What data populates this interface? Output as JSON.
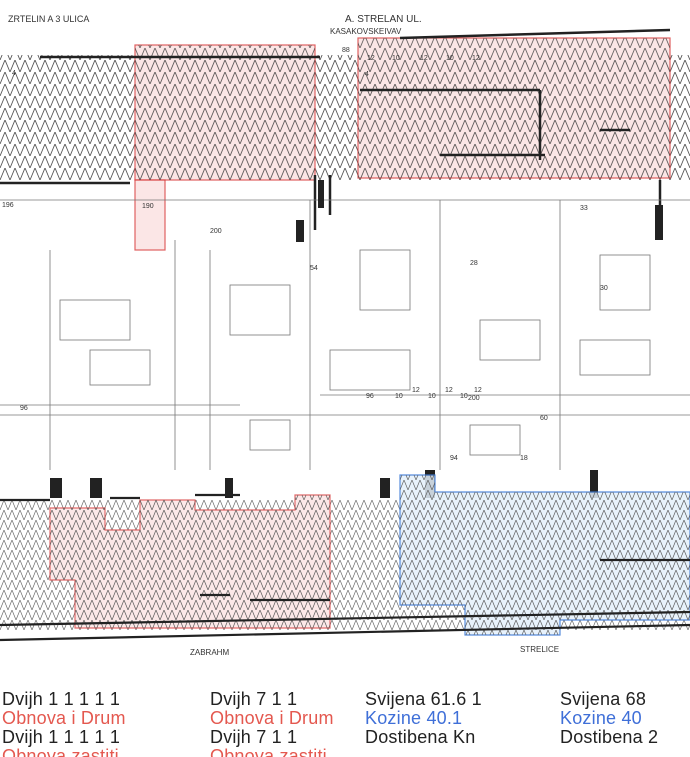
{
  "street_labels": {
    "top_left": "ZRTELIN A 3 ULICA",
    "top_center": "A. STRELAN UL.",
    "top_center_sub": "KASAKOVSKEIVAV",
    "bottom_left": "ZABRAHM",
    "bottom_right": "STRELICE"
  },
  "dimensions": {
    "top_row": [
      "4",
      "88",
      "12",
      "10",
      "12",
      "10",
      "12",
      "4"
    ],
    "middle_row": [
      "96",
      "10",
      "12",
      "10",
      "12",
      "10",
      "12",
      "200"
    ],
    "left_marks": [
      "196",
      "200",
      "190"
    ],
    "misc": [
      "54",
      "28",
      "33",
      "94",
      "60",
      "96",
      "30",
      "18"
    ]
  },
  "legend": {
    "col1": [
      "Dvijh 1 1 1 1 1",
      "Obnova i Drum",
      "Dvijh 1 1 1 1 1",
      "Obnova zastiti"
    ],
    "col2": [
      "Dvijh 7 1 1",
      "Obnova i Drum",
      "Dvijh 7 1 1",
      "Obnova zastiti"
    ],
    "col3": [
      "Svijena 61.6 1",
      "Kozine 40.1",
      "Dostibena Kn"
    ],
    "col4": [
      "Svijena 68",
      "Kozine 40",
      "Dostibena 2"
    ]
  },
  "colors": {
    "plan_line": "#555555",
    "red_zone_fill": "#fbe1e1",
    "red_zone_stroke": "#d83a3a",
    "blue_zone_fill": "#e4f0fb",
    "blue_zone_stroke": "#3a78d6",
    "hatch": "#444444"
  }
}
